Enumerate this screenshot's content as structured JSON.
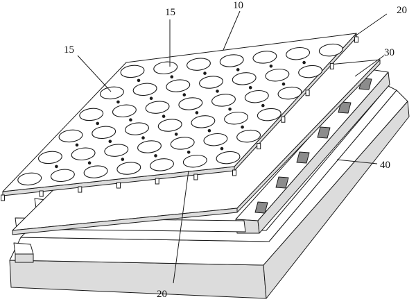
{
  "labels": {
    "ref_15_top": "15",
    "ref_15_left": "15",
    "ref_10": "10",
    "ref_20_top": "20",
    "ref_30": "30",
    "ref_40": "40",
    "ref_20_bottom": "20"
  },
  "plate": {
    "hole_rows": 6,
    "hole_cols": 7
  },
  "colors": {
    "line": "#1a1a1a",
    "background": "#ffffff",
    "shade": "#dcdcdc"
  }
}
